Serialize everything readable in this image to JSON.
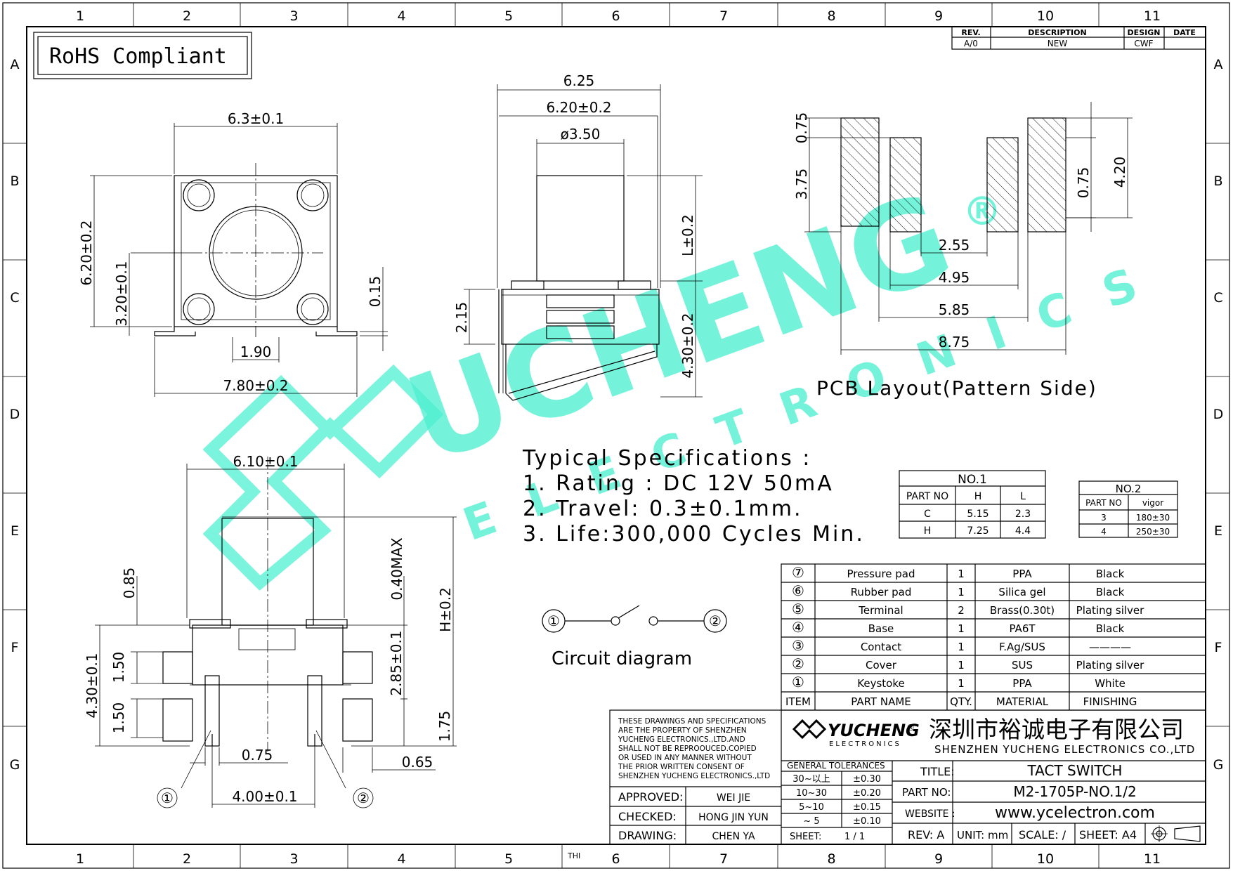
{
  "badge": "RoHS Compliant",
  "columns": [
    "1",
    "2",
    "3",
    "4",
    "5",
    "6",
    "7",
    "8",
    "9",
    "10",
    "11"
  ],
  "rows": [
    "A",
    "B",
    "C",
    "D",
    "E",
    "F",
    "G"
  ],
  "revision": {
    "headers": [
      "REV.",
      "DESCRIPTION",
      "DESIGN",
      "DATE"
    ],
    "values": [
      "A/0",
      "NEW",
      "CWF",
      ""
    ]
  },
  "top_view": {
    "dims": [
      "6.3±0.1",
      "6.20±0.2",
      "3.20±0.1",
      "0.15",
      "1.90",
      "7.80±0.2"
    ]
  },
  "side_view": {
    "dims": [
      "6.25",
      "6.20±0.2",
      "ø3.50",
      "L±0.2",
      "2.15",
      "4.30±0.2"
    ]
  },
  "pcb": {
    "dims": [
      "0.75",
      "3.75",
      "0.75",
      "4.20",
      "2.55",
      "4.95",
      "5.85",
      "8.75"
    ],
    "caption": "PCB Layout(Pattern Side)"
  },
  "front_view": {
    "dims": [
      "6.10±0.1",
      "0.85",
      "0.40MAX",
      "H±0.2",
      "4.30±0.1",
      "1.50",
      "1.50",
      "2.85±0.1",
      "1.75",
      "0.75",
      "0.65",
      "4.00±0.1"
    ],
    "pins": [
      "①",
      "②"
    ]
  },
  "specs": {
    "title": "Typical Specifications :",
    "items": [
      "1. Rating : DC 12V 50mA",
      "2. Travel: 0.3±0.1mm.",
      "3. Life:300,000 Cycles Min."
    ]
  },
  "circuit": {
    "pins": [
      "①",
      "②"
    ],
    "label": "Circuit diagram"
  },
  "table_no1": {
    "title": "NO.1",
    "headers": [
      "PART NO",
      "H",
      "L"
    ],
    "rows": [
      [
        "C",
        "5.15",
        "2.3"
      ],
      [
        "H",
        "7.25",
        "4.4"
      ]
    ]
  },
  "table_no2": {
    "title": "NO.2",
    "headers": [
      "PART NO",
      "vigor"
    ],
    "rows": [
      [
        "3",
        "180±30"
      ],
      [
        "4",
        "250±30"
      ]
    ]
  },
  "bom": {
    "rows": [
      [
        "⑦",
        "Pressure pad",
        "1",
        "PPA",
        "Black"
      ],
      [
        "⑥",
        "Rubber pad",
        "1",
        "Silica gel",
        "Black"
      ],
      [
        "⑤",
        "Terminal",
        "2",
        "Brass(0.30t)",
        "Plating silver"
      ],
      [
        "④",
        "Base",
        "1",
        "PA6T",
        "Black"
      ],
      [
        "③",
        "Contact",
        "1",
        "F.Ag/SUS",
        "————"
      ],
      [
        "②",
        "Cover",
        "1",
        "SUS",
        "Plating silver"
      ],
      [
        "①",
        "Keystoke",
        "1",
        "PPA",
        "White"
      ]
    ],
    "headers": [
      "ITEM",
      "PART NAME",
      "QTY.",
      "MATERIAL",
      "FINISHING"
    ]
  },
  "title_block": {
    "notice": [
      "THESE DRAWINGS AND SPECIFICATIONS",
      "ARE THE PROPERTY OF SHENZHEN",
      "YUCHENG ELECTRONICS.,LTD.AND",
      "SHALL NOT BE REPROOUCED.COPIED",
      "OR USED IN ANY MANNER WITHOUT",
      "THE PRIOR WRITTEN CONSENT OF",
      "SHENZHEN YUCHENG ELECTRONICS.,LTD"
    ],
    "logo_text": "YUCHENG",
    "logo_sub": "ELECTRONICS",
    "company_cn": "深圳市裕诚电子有限公司",
    "company_en": "SHENZHEN YUCHENG ELECTRONICS CO.,LTD",
    "approved_label": "APPROVED:",
    "approved": "WEI JIE",
    "checked_label": "CHECKED:",
    "checked": "HONG JIN YUN",
    "drawing_label": "DRAWING:",
    "drawing": "CHEN YA",
    "tol_title": "GENERAL TOLERANCES",
    "tol": [
      [
        "30~以上",
        "±0.30"
      ],
      [
        "10~30",
        "±0.20"
      ],
      [
        "5~10",
        "±0.15"
      ],
      [
        "~ 5",
        "±0.10"
      ]
    ],
    "sheet_label": "SHEET:",
    "sheet": "1 / 1",
    "title_label": "TITLE:",
    "title": "TACT SWITCH",
    "partno_label": "PART NO:",
    "partno": "M2-1705P-NO.1/2",
    "website_label": "WEBSITE :",
    "website": "www.ycelectron.com",
    "rev": "REV: A",
    "unit": "UNIT: mm",
    "scale": "SCALE: /",
    "sheet_size": "SHEET: A4"
  },
  "thi": "THI",
  "watermark": {
    "main": "UCHENG",
    "reg": "®",
    "sub": "ELECTRONICS"
  }
}
